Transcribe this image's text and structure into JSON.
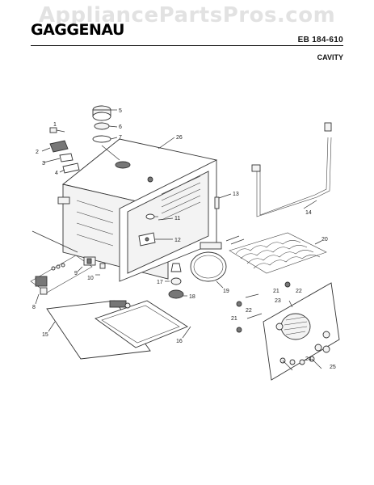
{
  "watermark": "AppliancePartsPros.com",
  "brand": "GAGGENAU",
  "model": "EB 184-610",
  "section": "CAVITY",
  "callouts": [
    "1",
    "2",
    "3",
    "4",
    "5",
    "6",
    "7",
    "8",
    "9",
    "10",
    "11",
    "12",
    "13",
    "14",
    "15",
    "16",
    "17",
    "18",
    "19",
    "20",
    "21",
    "22",
    "23",
    "24",
    "25",
    "26"
  ]
}
